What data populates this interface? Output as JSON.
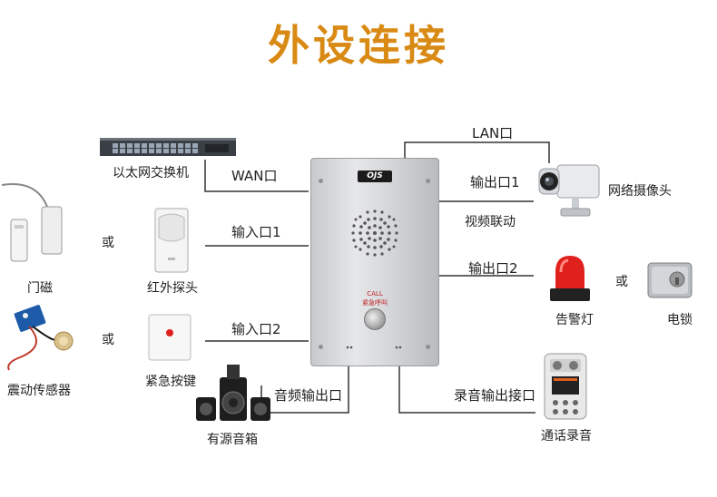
{
  "title": "外设连接",
  "panel": {
    "brand": "OJS",
    "call_text": "CALL",
    "call_subtext": "紧急呼叫"
  },
  "labels": {
    "ethernet_switch": "以太网交换机",
    "wan_port": "WAN口",
    "lan_port": "LAN口",
    "output_port_1": "输出口1",
    "video_linkage": "视频联动",
    "network_camera": "网络摄像头",
    "door_magnet": "门磁",
    "or": "或",
    "input_port_1": "输入口1",
    "infrared_probe": "红外探头",
    "output_port_2": "输出口2",
    "alarm_light": "告警灯",
    "electric_lock": "电锁",
    "vibration_sensor": "震动传感器",
    "input_port_2": "输入口2",
    "emergency_button": "紧急按键",
    "audio_output_port": "音频输出口",
    "active_speaker": "有源音箱",
    "recording_output_port": "录音输出接口",
    "call_recorder": "通话录音"
  },
  "colors": {
    "title": "#d98a14",
    "wire": "#333333",
    "alarm_red": "#e0201c"
  }
}
